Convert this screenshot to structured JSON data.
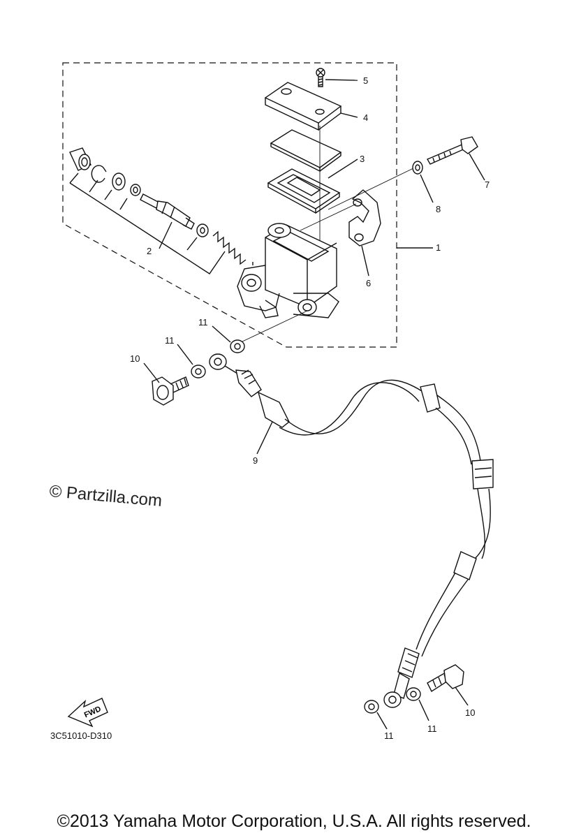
{
  "callouts": {
    "c1": "1",
    "c2": "2",
    "c3": "3",
    "c4": "4",
    "c5": "5",
    "c6": "6",
    "c7": "7",
    "c8": "8",
    "c9": "9",
    "c10a": "10",
    "c10b": "10",
    "c11a": "11",
    "c11b": "11",
    "c11c": "11",
    "c11d": "11"
  },
  "watermark": "© Partzilla.com",
  "fwd": "FWD",
  "part_code": "3C51010-D310",
  "copyright": "©2013 Yamaha Motor Corporation, U.S.A. All rights reserved."
}
